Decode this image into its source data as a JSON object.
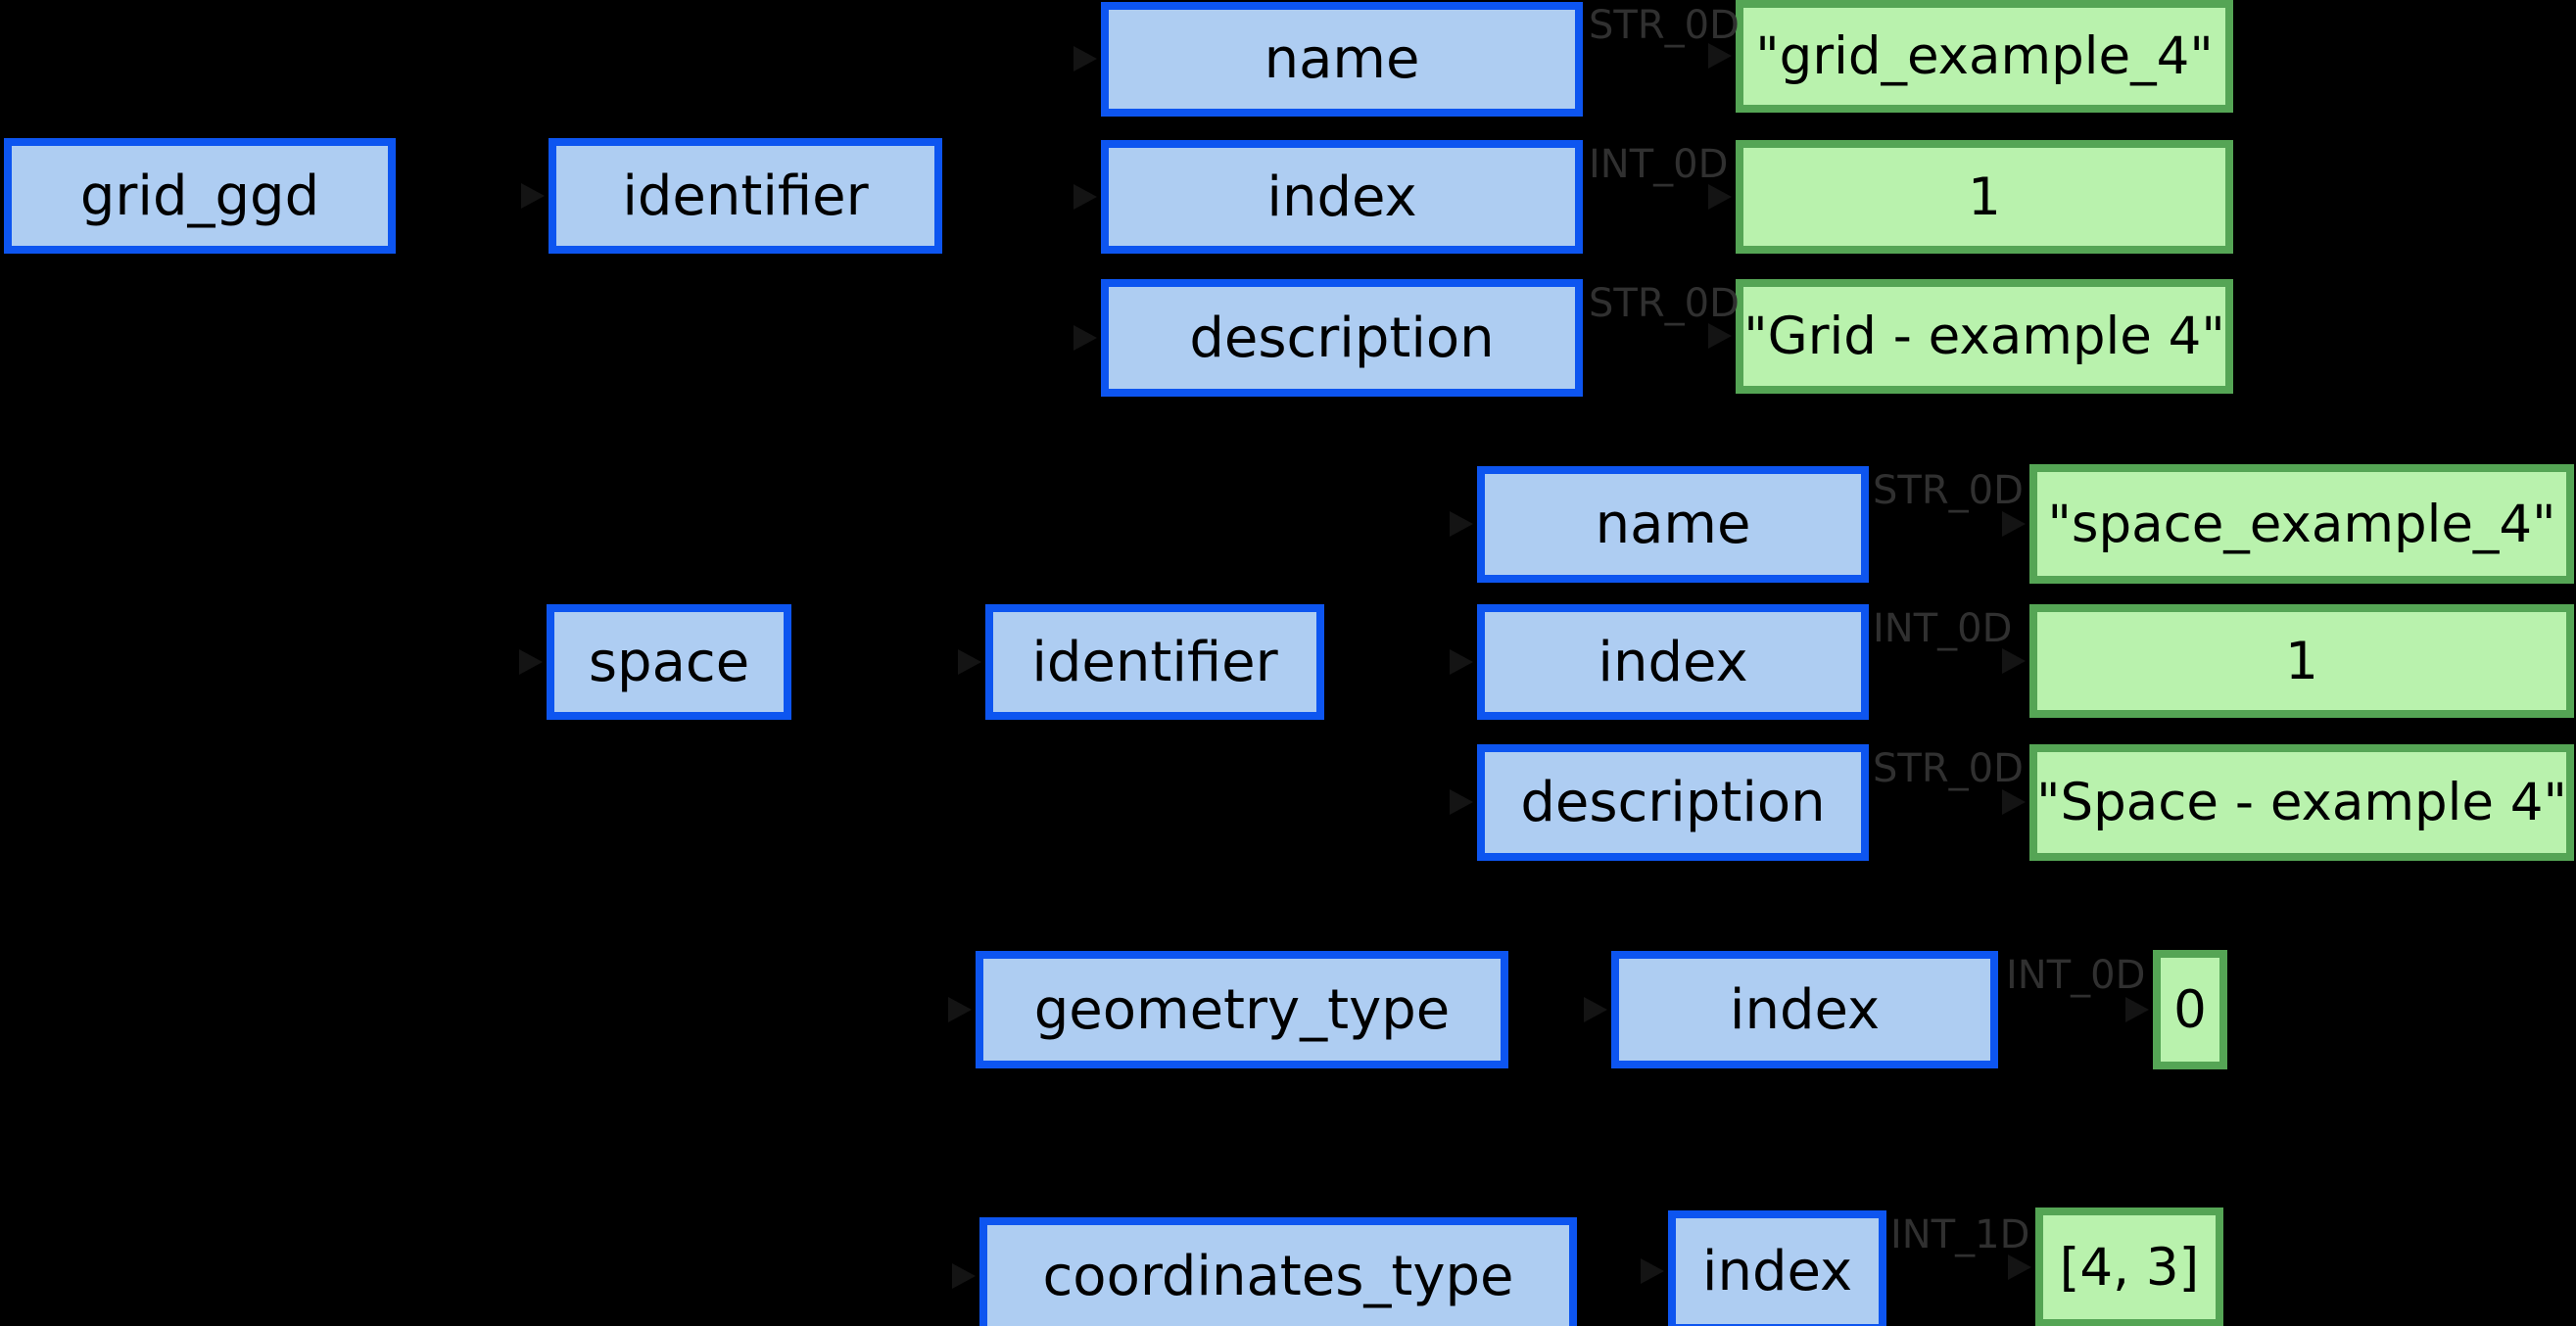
{
  "diagram": {
    "type": "tree-graph",
    "background_color": "#000000",
    "field_node_style": {
      "fill": "#aecdf2",
      "border": "#0d55f0",
      "text_color": "#000000"
    },
    "value_node_style": {
      "fill": "#b9f2ad",
      "border": "#55a555",
      "text_color": "#000000"
    },
    "edge_label_color": "#303030",
    "nodes": [
      {
        "id": "grid_ggd",
        "kind": "field",
        "text": "grid_ggd"
      },
      {
        "id": "grid_ggd.identifier",
        "kind": "field",
        "text": "identifier"
      },
      {
        "id": "grid_ggd.identifier.name",
        "kind": "field",
        "text": "name"
      },
      {
        "id": "grid_ggd.identifier.index",
        "kind": "field",
        "text": "index"
      },
      {
        "id": "grid_ggd.identifier.description",
        "kind": "field",
        "text": "description"
      },
      {
        "id": "grid_ggd.identifier.name.value",
        "kind": "value",
        "text": "\"grid_example_4\""
      },
      {
        "id": "grid_ggd.identifier.index.value",
        "kind": "value",
        "text": "1"
      },
      {
        "id": "grid_ggd.identifier.description.value",
        "kind": "value",
        "text": "\"Grid - example 4\""
      },
      {
        "id": "space",
        "kind": "field",
        "text": "space"
      },
      {
        "id": "space.identifier",
        "kind": "field",
        "text": "identifier"
      },
      {
        "id": "space.identifier.name",
        "kind": "field",
        "text": "name"
      },
      {
        "id": "space.identifier.index",
        "kind": "field",
        "text": "index"
      },
      {
        "id": "space.identifier.description",
        "kind": "field",
        "text": "description"
      },
      {
        "id": "space.identifier.name.value",
        "kind": "value",
        "text": "\"space_example_4\""
      },
      {
        "id": "space.identifier.index.value",
        "kind": "value",
        "text": "1"
      },
      {
        "id": "space.identifier.description.value",
        "kind": "value",
        "text": "\"Space - example 4\""
      },
      {
        "id": "space.geometry_type",
        "kind": "field",
        "text": "geometry_type"
      },
      {
        "id": "space.geometry_type.index",
        "kind": "field",
        "text": "index"
      },
      {
        "id": "space.geometry_type.index.value",
        "kind": "value",
        "text": "0"
      },
      {
        "id": "space.coordinates_type",
        "kind": "field",
        "text": "coordinates_type"
      },
      {
        "id": "space.coordinates_type.index",
        "kind": "field",
        "text": "index"
      },
      {
        "id": "space.coordinates_type.index.value",
        "kind": "value",
        "text": "[4, 3]"
      }
    ],
    "edge_labels": [
      {
        "id": "label-grid-name",
        "text": "STR_0D"
      },
      {
        "id": "label-grid-index",
        "text": "INT_0D"
      },
      {
        "id": "label-grid-description",
        "text": "STR_0D"
      },
      {
        "id": "label-space-name",
        "text": "STR_0D"
      },
      {
        "id": "label-space-index",
        "text": "INT_0D"
      },
      {
        "id": "label-space-description",
        "text": "STR_0D"
      },
      {
        "id": "label-geometry-index",
        "text": "INT_0D"
      },
      {
        "id": "label-coordinates-index",
        "text": "INT_1D"
      }
    ]
  }
}
